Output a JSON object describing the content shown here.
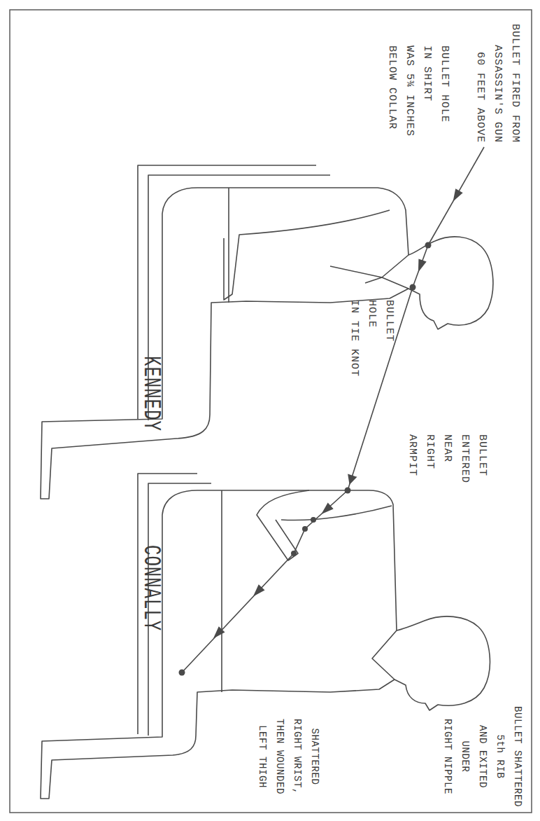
{
  "diagram": {
    "nodes": [
      {
        "text": [
          "KENNEDY"
        ]
      },
      {
        "text": [
          "CONNALLY"
        ]
      }
    ],
    "edges": [
      {
        "from": 0,
        "to": 1,
        "arrow": "to"
      }
    ],
    "labels": [
      "BULLET FIRED FROM ASSASSIN'S GUN 60 FEET ABOVE",
      "BULLET HOLE IN SHIRT WAS 5¾ INCHES BELOW COLLAR",
      "BULLET HOLE IN TIE KNOT",
      "BULLET ENTERED NEAR RIGHT ARMPIT",
      "BULLET SHATTERED 5th RIB AND EXITED UNDER RIGHT NIPPLE",
      "SHATTERED RIGHT WRIST, THEN WOUNDED LEFT THIGH"
    ]
  }
}
